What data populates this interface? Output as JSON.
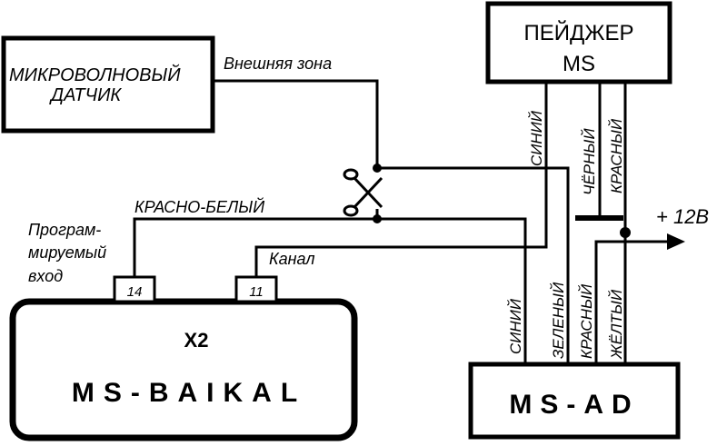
{
  "blocks": {
    "sensor": {
      "line1": "МИКРОВОЛНОВЫЙ",
      "line2": "ДАТЧИК"
    },
    "pager": {
      "line1": "ПЕЙДЖЕР",
      "line2": "MS"
    },
    "baikal": {
      "subtitle": "X2",
      "title": "MS-BAIKAL",
      "pin14": "14",
      "pin11": "11"
    },
    "ad": {
      "title": "MS-AD"
    }
  },
  "labels": {
    "external_zone": "Внешняя зона",
    "red_white": "КРАСНО-БЕЛЫЙ",
    "prog_input_1": "Програм-",
    "prog_input_2": "мируемый",
    "prog_input_3": "вход",
    "channel": "Канал",
    "plus12v": "+ 12В"
  },
  "wires": {
    "pager_blue": "СИНИЙ",
    "pager_black": "ЧЁРНЫЙ",
    "pager_red": "КРАСНЫЙ",
    "ad_blue": "СИНИЙ",
    "ad_green": "ЗЕЛЕНЫЙ",
    "ad_red": "КРАСНЫЙ",
    "ad_yellow": "ЖЁЛТЫЙ"
  },
  "icons": {
    "cut": "scissors-icon",
    "output": "arrow-right-icon"
  },
  "colors": {
    "line": "#000000",
    "background": "#ffffff"
  }
}
